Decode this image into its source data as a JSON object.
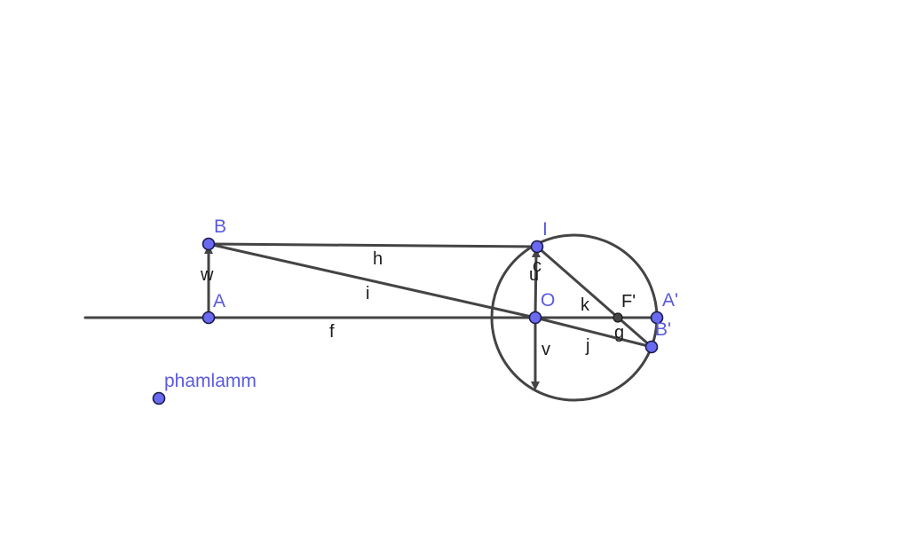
{
  "colors": {
    "line": "#444444",
    "point_fill": "#6a6af0",
    "point_stroke": "#1a1a4a",
    "focus_point": "#444444",
    "point_label": "#5a5ae0",
    "object_label": "#1a1a1a"
  },
  "points": {
    "B": "B",
    "A": "A",
    "I": "I",
    "O": "O",
    "F_prime": "F'",
    "A_prime": "A'",
    "B_prime": "B'",
    "phamlamm": "phamlamm"
  },
  "objects": {
    "w": "w",
    "h": "h",
    "i": "i",
    "f": "f",
    "u": "u",
    "c": "c",
    "k": "k",
    "g": "g",
    "v": "v",
    "j": "j"
  }
}
